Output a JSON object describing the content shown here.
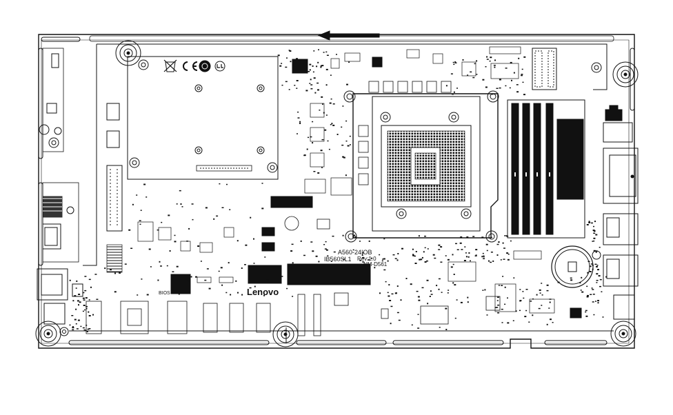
{
  "board": {
    "model": "A560-24IOB",
    "revision": "Rev:1.0",
    "code": "IB560SL1",
    "project": "NM-D561",
    "brand": "Lenovo",
    "bios_label": "BIOS"
  },
  "colors": {
    "line": "#111111",
    "fill_dark": "#0a0a0a",
    "background": "#ffffff"
  },
  "icons": [
    "ce-mark",
    "weee-bin",
    "recycle-mark",
    "mounting-hole",
    "arrow-left",
    "cpu-socket",
    "dimm-slot",
    "coin-cell",
    "rj45-port",
    "usb-port",
    "m2-slot"
  ]
}
